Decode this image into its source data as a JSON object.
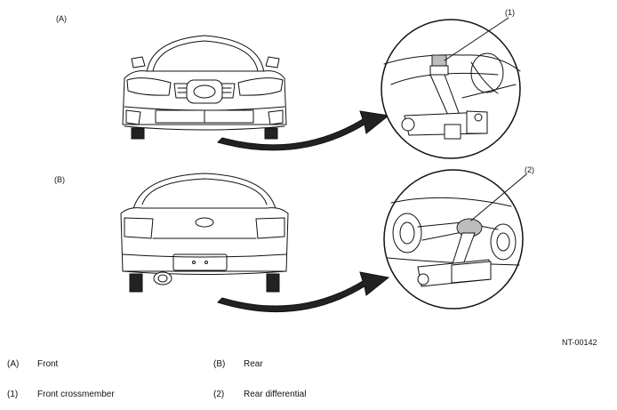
{
  "diagram": {
    "panel_a_label": "(A)",
    "panel_b_label": "(B)",
    "callout_1": "(1)",
    "callout_2": "(2)",
    "figure_code": "NT-00142"
  },
  "legend": [
    {
      "key": "(A)",
      "text": "Front"
    },
    {
      "key": "(B)",
      "text": "Rear"
    },
    {
      "key": "(1)",
      "text": "Front crossmember"
    },
    {
      "key": "(2)",
      "text": "Rear differential"
    }
  ]
}
